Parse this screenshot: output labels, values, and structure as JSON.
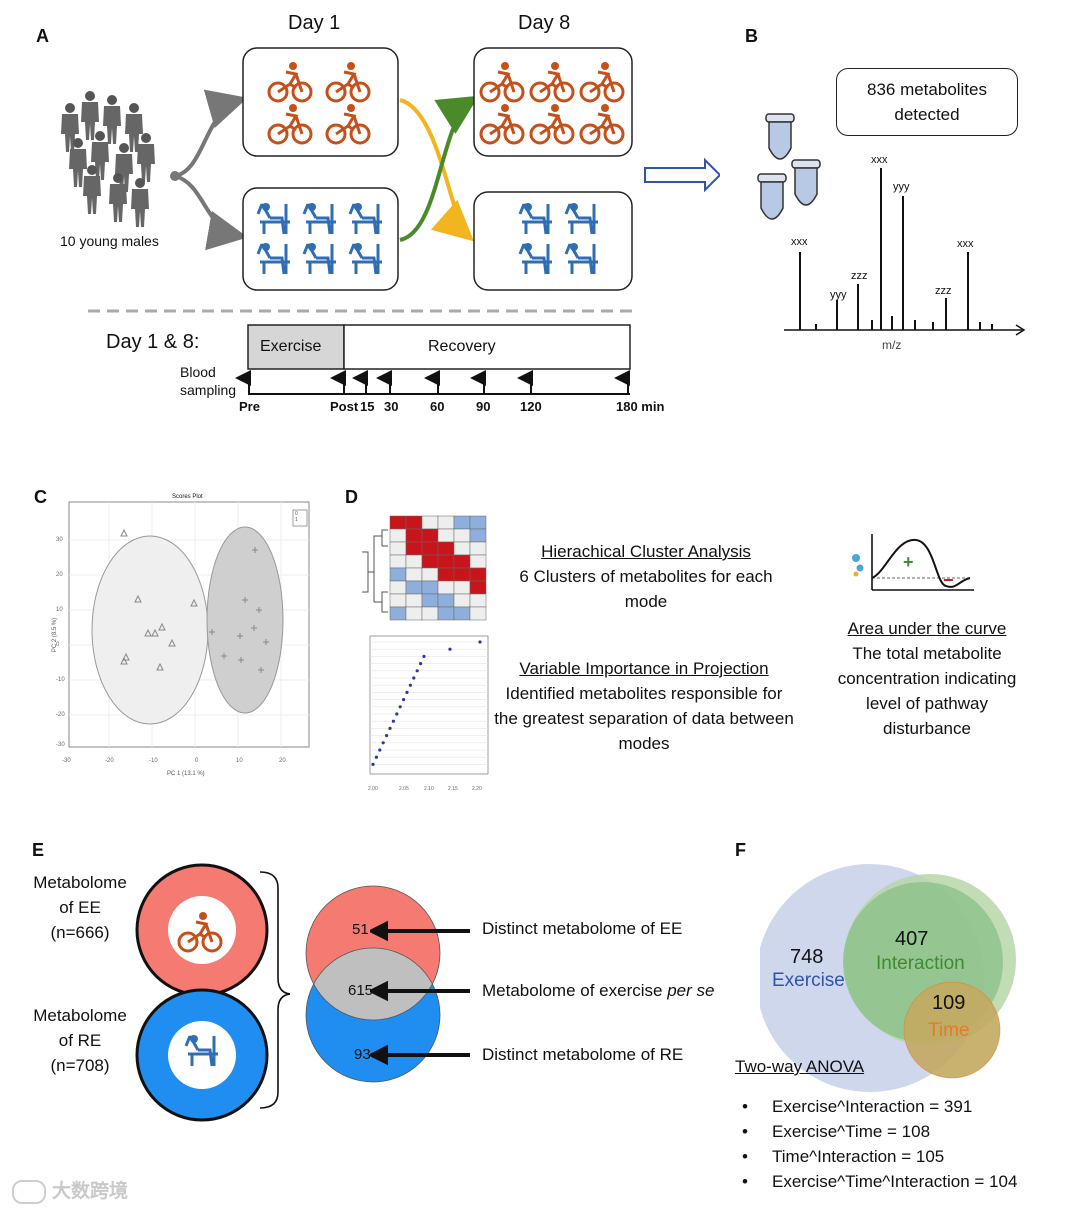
{
  "panels": {
    "a": "A",
    "b": "B",
    "c": "C",
    "d": "D",
    "e": "E",
    "f": "F"
  },
  "panel_a": {
    "day1": "Day 1",
    "day8": "Day 8",
    "subjects": "10 young males",
    "timeline_label": "Day 1 & 8:",
    "exercise": "Exercise",
    "recovery": "Recovery",
    "blood_sampling": "Blood\nsampling",
    "ticks": [
      "Pre",
      "Post",
      "15",
      "30",
      "60",
      "90",
      "120",
      "180 min"
    ],
    "colors": {
      "exercise": "#c4511b",
      "resistance": "#2f6db5",
      "arrow_green": "#4b8a2a",
      "arrow_yellow": "#f2b51f"
    }
  },
  "panel_b": {
    "detected": "836 metabolites\ndetected",
    "xaxis": "m/z",
    "peaks": [
      "xxx",
      "yyy",
      "zzz",
      "yyy",
      "xxx",
      "zzz",
      "xxx"
    ]
  },
  "panel_c": {
    "title": "Scores Plot",
    "xlabel": "PC 1 (13.1 %)",
    "ylabel": "PC 2 (8.5 %)",
    "legend": [
      "0",
      "1"
    ],
    "xticks": [
      "-30",
      "-20",
      "-10",
      "0",
      "10",
      "20"
    ],
    "yticks": [
      "30",
      "20",
      "10",
      "0",
      "-10",
      "-20",
      "-30"
    ]
  },
  "panel_d": {
    "hca_title": "Hierachical Cluster Analysis",
    "hca_text": "6 Clusters of metabolites for each mode",
    "vip_title": "Variable Importance in Projection",
    "vip_text": "Identified metabolites responsible for the greatest separation of data between modes",
    "vip_xticks": [
      "2.00",
      "2.05",
      "2.10",
      "2.15",
      "2.20"
    ],
    "auc_title": "Area under the curve",
    "auc_text": "The total metabolite concentration indicating level of pathway disturbance",
    "plus": "+",
    "minus": "−"
  },
  "panel_e": {
    "ee_label": "Metabolome\nof EE\n(n=666)",
    "re_label": "Metabolome\nof RE\n(n=708)",
    "venn": [
      "51",
      "615",
      "93"
    ],
    "desc": [
      {
        "text": "Distinct metabolome of EE",
        "italic": ""
      },
      {
        "text": "Metabolome of exercise ",
        "italic": "per se"
      },
      {
        "text": "Distinct metabolome of RE",
        "italic": ""
      }
    ],
    "colors": {
      "ee": "#f47a72",
      "re": "#1f8ef0",
      "overlap": "#bfbfbf"
    }
  },
  "panel_f": {
    "exercise_n": "748",
    "exercise": "Exercise",
    "interaction_n": "407",
    "interaction": "Interaction",
    "time_n": "109",
    "time": "Time",
    "anova_title": "Two-way ANOVA",
    "bullets": [
      "Exercise^Interaction = 391",
      "Exercise^Time = 108",
      "Time^Interaction = 105",
      "Exercise^Time^Interaction = 104"
    ],
    "colors": {
      "exercise": "#2f54a8",
      "interaction": "#3f8a33",
      "time": "#e8792c"
    }
  },
  "watermark": "大数跨境"
}
